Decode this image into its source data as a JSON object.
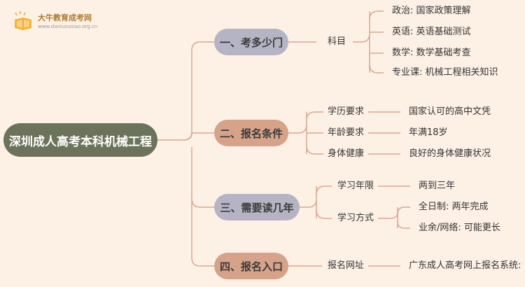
{
  "logo": {
    "icon": "book-logo-icon",
    "title": "大牛教育成考网",
    "url": "www.daniuzuoiao.org.cn"
  },
  "root": {
    "label": "深圳成人高考本科机械工程"
  },
  "branches": [
    {
      "label": "一、考多少门",
      "color": "#b4b4c4",
      "sub": {
        "label": "科目"
      },
      "leaves": [
        "政治: 国家政策理解",
        "英语: 英语基础测试",
        "数学: 数学基础考查",
        "专业课: 机械工程相关知识"
      ]
    },
    {
      "label": "二、报名条件",
      "color": "#d7a28a",
      "subs": [
        {
          "label": "学历要求",
          "leaf": "国家认可的高中文凭"
        },
        {
          "label": "年龄要求",
          "leaf": "年满18岁"
        },
        {
          "label": "身体健康",
          "leaf": "良好的身体健康状况"
        }
      ]
    },
    {
      "label": "三、需要读几年",
      "color": "#b4b4c4",
      "subs": [
        {
          "label": "学习年限",
          "leaf": "两到三年"
        },
        {
          "label": "学习方式",
          "leaves": [
            "全日制: 两年完成",
            "业余/网络: 可能更长"
          ]
        }
      ]
    },
    {
      "label": "四、报名入口",
      "color": "#d7a28a",
      "subs": [
        {
          "label": "报名网址",
          "leaf": "广东成人高考网上报名系统:"
        }
      ]
    }
  ],
  "colors": {
    "background": "#fdf1e6",
    "root": "#6c735b",
    "line": "#d9a892"
  }
}
